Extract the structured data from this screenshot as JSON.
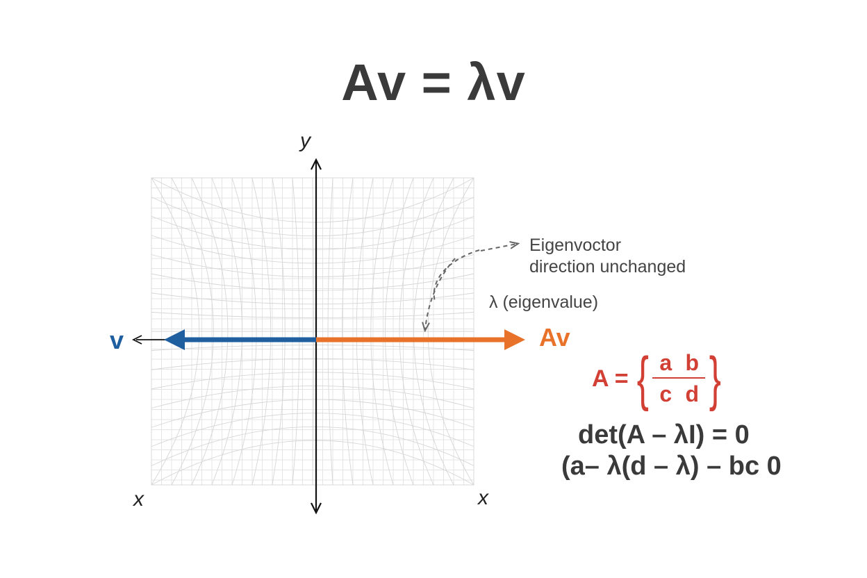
{
  "title": "Av = λv",
  "axes": {
    "y_label": "y",
    "x_left_label": "x",
    "x_right_label": "x"
  },
  "vectors": {
    "v": {
      "label": "v",
      "color": "#1f5fa0"
    },
    "av": {
      "label": "Av",
      "color": "#e8722a"
    }
  },
  "annotations": {
    "eigenvector_note": [
      "Eigenvoctor",
      "direction unchanged"
    ],
    "eigenvalue_note": "λ (eigenvalue)"
  },
  "matrix": {
    "lhs": "A =",
    "entries": [
      "a",
      "b",
      "c",
      "d"
    ],
    "color": "#d23f34"
  },
  "equations": {
    "det": "det(A – λI) = 0",
    "characteristic": "(a– λ(d – λ) – bc 0"
  },
  "colors": {
    "grid": "#e4e4e4",
    "axis": "#111111",
    "text": "#3a3a3a"
  }
}
